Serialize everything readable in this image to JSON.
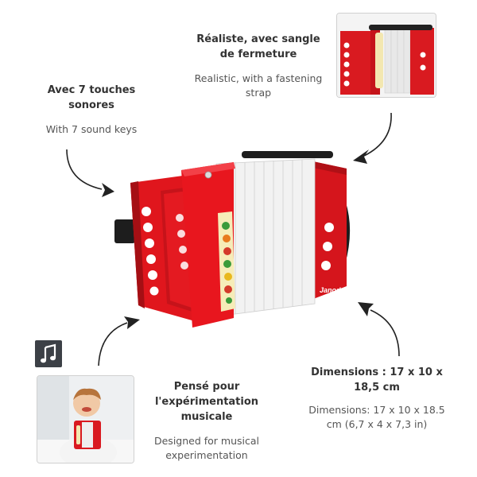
{
  "features": {
    "keys": {
      "title": "Avec 7 touches sonores",
      "subtitle": "With 7 sound keys"
    },
    "strap": {
      "title": "Réaliste, avec sangle de fermeture",
      "subtitle": "Realistic, with a fastening strap"
    },
    "music": {
      "title": "Pensé pour l'expérimentation musicale",
      "subtitle": "Designed for musical experimentation"
    },
    "dimensions": {
      "title": "Dimensions : 17 x 10 x 18,5 cm",
      "subtitle": "Dimensions: 17 x 10 x 18.5 cm (6,7 x 4 x 7,3 in)"
    }
  },
  "product": {
    "brand": "Janod"
  },
  "icons": {
    "music": "music-note-icon",
    "arrow": "curved-arrow-icon"
  },
  "colors": {
    "accordion_red": "#e0161d",
    "bellows": "#f2f2f2",
    "text": "#333333",
    "badge": "#3c4046"
  }
}
